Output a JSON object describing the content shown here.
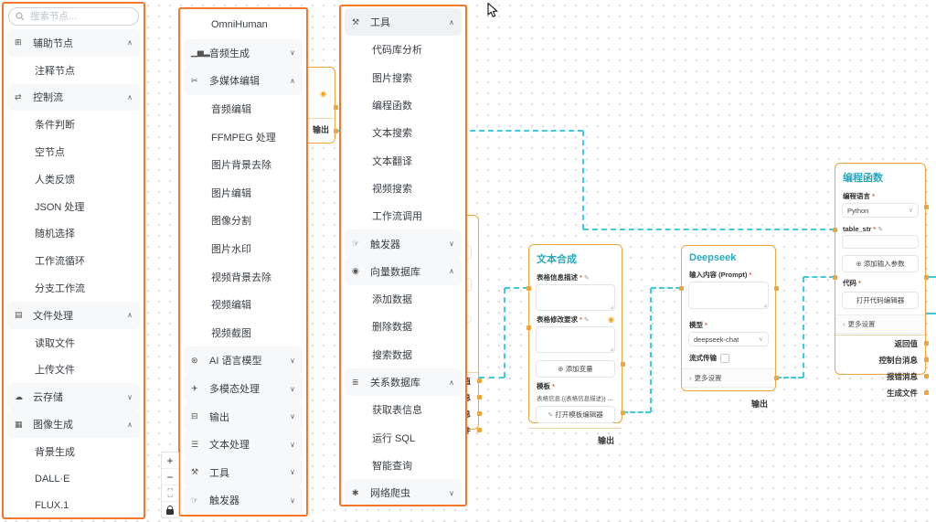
{
  "ui": {
    "required_mark": "*",
    "select_caret": "∨",
    "more_caret": "›",
    "pencil": "✎",
    "plus": "⊕",
    "eye": "◉"
  },
  "sidebar_left": {
    "search_placeholder": "搜索节点...",
    "items": [
      {
        "kind": "category",
        "icon": "note-icon",
        "glyph": "⊞",
        "label": "辅助节点",
        "caret": "∧"
      },
      {
        "kind": "child",
        "label": "注释节点"
      },
      {
        "kind": "category",
        "icon": "control-flow-icon",
        "glyph": "⇄",
        "label": "控制流",
        "caret": "∧"
      },
      {
        "kind": "child",
        "label": "条件判断"
      },
      {
        "kind": "child",
        "label": "空节点"
      },
      {
        "kind": "child",
        "label": "人类反馈"
      },
      {
        "kind": "child",
        "label": "JSON 处理"
      },
      {
        "kind": "child",
        "label": "随机选择"
      },
      {
        "kind": "child",
        "label": "工作流循环"
      },
      {
        "kind": "child",
        "label": "分支工作流"
      },
      {
        "kind": "category",
        "icon": "file-icon",
        "glyph": "▤",
        "label": "文件处理",
        "caret": "∧"
      },
      {
        "kind": "child",
        "label": "读取文件"
      },
      {
        "kind": "child",
        "label": "上传文件"
      },
      {
        "kind": "category",
        "icon": "cloud-icon",
        "glyph": "☁",
        "label": "云存储",
        "caret": "∨"
      },
      {
        "kind": "category",
        "icon": "image-gen-icon",
        "glyph": "▦",
        "label": "图像生成",
        "caret": "∧"
      },
      {
        "kind": "child",
        "label": "背景生成"
      },
      {
        "kind": "child",
        "label": "DALL·E"
      },
      {
        "kind": "child",
        "label": "FLUX.1"
      }
    ]
  },
  "sidebar_nodes": {
    "items": [
      {
        "kind": "child",
        "label": "OmniHuman"
      },
      {
        "kind": "category",
        "icon": "audio-gen-icon",
        "glyph": "▁▅▂",
        "label": "音频生成",
        "caret": "∨"
      },
      {
        "kind": "category",
        "icon": "media-edit-icon",
        "glyph": "✂",
        "label": "多媒体编辑",
        "caret": "∧"
      },
      {
        "kind": "child",
        "label": "音频编辑"
      },
      {
        "kind": "child",
        "label": "FFMPEG 处理"
      },
      {
        "kind": "child",
        "label": "图片背景去除"
      },
      {
        "kind": "child",
        "label": "图片编辑"
      },
      {
        "kind": "child",
        "label": "图像分割"
      },
      {
        "kind": "child",
        "label": "图片水印"
      },
      {
        "kind": "child",
        "label": "视频背景去除"
      },
      {
        "kind": "child",
        "label": "视频编辑"
      },
      {
        "kind": "child",
        "label": "视频截图"
      },
      {
        "kind": "category",
        "icon": "ai-model-icon",
        "glyph": "⊛",
        "label": "AI 语言模型",
        "caret": "∨"
      },
      {
        "kind": "category",
        "icon": "multimodal-icon",
        "glyph": "✈",
        "label": "多模态处理",
        "caret": "∨"
      },
      {
        "kind": "category",
        "icon": "output-icon",
        "glyph": "⊟",
        "label": "输出",
        "caret": "∨"
      },
      {
        "kind": "category",
        "icon": "text-process-icon",
        "glyph": "☰",
        "label": "文本处理",
        "caret": "∨"
      },
      {
        "kind": "category",
        "icon": "tools-icon",
        "glyph": "⚒",
        "label": "工具",
        "caret": "∨"
      },
      {
        "kind": "category",
        "icon": "trigger-icon",
        "glyph": "☞",
        "label": "触发器",
        "caret": "∨"
      }
    ]
  },
  "sidebar_tools": {
    "items": [
      {
        "kind": "category",
        "active": true,
        "icon": "tools-icon",
        "glyph": "⚒",
        "label": "工具",
        "caret": "∧"
      },
      {
        "kind": "child",
        "label": "代码库分析"
      },
      {
        "kind": "child",
        "label": "图片搜索"
      },
      {
        "kind": "child",
        "label": "编程函数"
      },
      {
        "kind": "child",
        "label": "文本搜索"
      },
      {
        "kind": "child",
        "label": "文本翻译"
      },
      {
        "kind": "child",
        "label": "视频搜索"
      },
      {
        "kind": "child",
        "label": "工作流调用"
      },
      {
        "kind": "category",
        "icon": "trigger-icon",
        "glyph": "☞",
        "label": "触发器",
        "caret": "∨"
      },
      {
        "kind": "category",
        "icon": "vector-db-icon",
        "glyph": "◉",
        "label": "向量数据库",
        "caret": "∧"
      },
      {
        "kind": "child",
        "label": "添加数据"
      },
      {
        "kind": "child",
        "label": "删除数据"
      },
      {
        "kind": "child",
        "label": "搜索数据"
      },
      {
        "kind": "category",
        "icon": "relational-db-icon",
        "glyph": "≣",
        "label": "关系数据库",
        "caret": "∧"
      },
      {
        "kind": "child",
        "label": "获取表信息"
      },
      {
        "kind": "child",
        "label": "运行 SQL"
      },
      {
        "kind": "child",
        "label": "智能查询"
      },
      {
        "kind": "category",
        "icon": "web-crawler-icon",
        "glyph": "✱",
        "label": "网络爬虫",
        "caret": "∨"
      }
    ]
  },
  "zoom_toolbar": {
    "zoom_in": "+",
    "zoom_out": "−"
  },
  "canvas": {
    "nodes": {
      "partial_output_node": {
        "output_label": "输出"
      },
      "text_compose": {
        "title": "文本合成",
        "field1_label": "表格信息描述",
        "field2_label": "表格修改要求",
        "add_variable": "添加变量",
        "template_label": "模板",
        "template_preview": "表格信息:{{表格信息描述}} 表格修改要求:{{",
        "open_template_editor": "打开模板编辑器",
        "output_label": "输出"
      },
      "deepseek": {
        "title": "Deepseek",
        "prompt_label": "输入内容 (Prompt)",
        "model_label": "模型",
        "model_value": "deepseek-chat",
        "stream_label": "流式传输",
        "more_settings": "更多设置",
        "output_label": "输出"
      },
      "code_function": {
        "title": "编程函数",
        "language_label": "编程语言",
        "language_value": "Python",
        "param_label": "table_str",
        "add_param": "添加输入参数",
        "code_label": "代码",
        "open_code_editor": "打开代码编辑器",
        "more_settings": "更多设置",
        "outputs": [
          {
            "label": "返回值"
          },
          {
            "label": "控制台消息"
          },
          {
            "label": "报错消息"
          },
          {
            "label": "生成文件"
          }
        ]
      },
      "hidden_function": {
        "outputs": [
          {
            "label": "返回值"
          },
          {
            "label": "控制台消息"
          },
          {
            "label": "报错消息"
          },
          {
            "label": "生成文件"
          }
        ]
      }
    }
  }
}
